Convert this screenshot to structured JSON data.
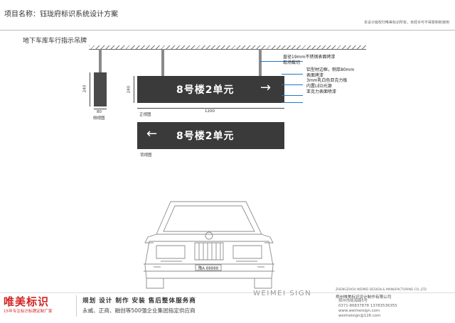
{
  "header": {
    "project_title": "项目名称：钰珑府标识系统设计方案",
    "copyright_note": "本设计版权归唯美标识所有，未经许可不得复制和使用"
  },
  "section": {
    "title": "地下车库车行指示吊牌"
  },
  "sign": {
    "text": "8号楼2单元",
    "front_arrow": "→",
    "back_arrow": "←",
    "color": "#3a3a3a",
    "text_color": "#ffffff"
  },
  "dimensions": {
    "height": "240",
    "depth": "80",
    "width": "1200"
  },
  "view_labels": {
    "side": "侧视图",
    "front": "正视图",
    "back": "背视图"
  },
  "annotations": [
    "直径19mm不锈钢表面烤漆",
    "现场裁切",
    "铝型材边框，侧厚80mm",
    "表面烤漆",
    "3mm乳白色亚克力板",
    "内置LED光源",
    "亚克力表面喷漆"
  ],
  "car": {
    "plate": "豫A 88888"
  },
  "footer": {
    "brand": "唯美标识",
    "brand_sub": "15年专注标识标牌定制厂家",
    "services": "规划 设计 制作 安装 售后整体服务商",
    "clients": "永威、正商、融创等500强企业集团指定供应商",
    "logo_text": "WEIMEI SIGN",
    "company_en": "ZHENGZHOU WEIMEI DESIGN & MANUFACTURING CO.,LTD",
    "company_cn": "郑州唯美标识设计制作有限公司",
    "contacts": [
      "郑州市陇海路5号",
      "0371-86837878  13783536355",
      "www.weimeisign.com",
      "weimeisign@126.com"
    ]
  },
  "colors": {
    "brand_red": "#d42323",
    "leader_blue": "#1e78c8"
  }
}
